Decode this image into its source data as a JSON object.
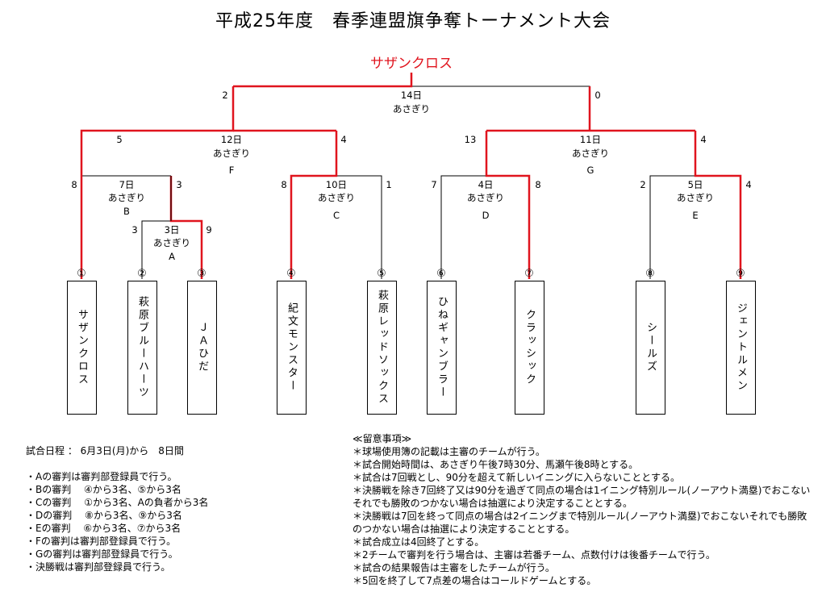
{
  "title": "平成25年度　春季連盟旗争奪トーナメント大会",
  "champion": "サザンクロス",
  "teams": [
    {
      "no": "①",
      "name": "サザンクロス"
    },
    {
      "no": "②",
      "name": "萩原ブルーハーツ"
    },
    {
      "no": "③",
      "name": "ＪＡひだ"
    },
    {
      "no": "④",
      "name": "紀文モンスター"
    },
    {
      "no": "⑤",
      "name": "萩原レッドソックス"
    },
    {
      "no": "⑥",
      "name": "ひねギャンブラー"
    },
    {
      "no": "⑦",
      "name": "クラッシック"
    },
    {
      "no": "⑧",
      "name": "シールズ"
    },
    {
      "no": "⑨",
      "name": "ジェントルメン"
    }
  ],
  "games": {
    "A": {
      "date": "3日",
      "venue": "あさぎり",
      "label": "A",
      "score_left": "3",
      "score_right": "9"
    },
    "B": {
      "date": "7日",
      "venue": "あさぎり",
      "label": "B",
      "score_left": "8",
      "score_right": "3"
    },
    "C": {
      "date": "10日",
      "venue": "あさぎり",
      "label": "C",
      "score_left": "8",
      "score_right": "1"
    },
    "D": {
      "date": "4日",
      "venue": "あさぎり",
      "label": "D",
      "score_left": "7",
      "score_right": "8"
    },
    "E": {
      "date": "5日",
      "venue": "あさぎり",
      "label": "E",
      "score_left": "2",
      "score_right": "4"
    },
    "F": {
      "date": "12日",
      "venue": "あさぎり",
      "label": "F",
      "score_left": "5",
      "score_right": "4"
    },
    "G": {
      "date": "11日",
      "venue": "あさぎり",
      "label": "G",
      "score_left": "13",
      "score_right": "4"
    },
    "final": {
      "date": "14日",
      "venue": "あさぎり",
      "score_left": "2",
      "score_right": "0"
    }
  },
  "schedule": "試合日程 ： 6月3日(月)から　8日間",
  "umpires": [
    "・Aの審判は審判部登録員で行う。",
    "・Bの審判　 ④から3名、⑤から3名",
    "・Cの審判　 ①から3名、Aの負者から3名",
    "・Dの審判　 ⑧から3名、⑨から3名",
    "・Eの審判　 ⑥から3名、⑦から3名",
    "・Fの審判は審判部登録員で行う。",
    "・Gの審判は審判部登録員で行う。",
    "・決勝戦は審判部登録員で行う。"
  ],
  "notes_title": "≪留意事項≫",
  "notes": [
    "＊球場使用簿の記載は主審のチームが行う。",
    "＊試合開始時間は、あさぎり午後7時30分、馬瀬午後8時とする。",
    "＊試合は7回戦とし、90分を超えて新しいイニングに入らないこととする。",
    "＊決勝戦を除き7回終了又は90分を過ぎて同点の場合は1イニング特別ルール(ノーアウト満塁)でおこないそれでも勝敗のつかない場合は抽選により決定することとする。",
    "＊決勝戦は7回を終って同点の場合は2イニングまで特別ルール(ノーアウト満塁)でおこないそれでも勝敗のつかない場合は抽選により決定することとする。",
    "＊試合成立は4回終了とする。",
    "＊2チームで審判を行う場合は、主審は若番チーム、点数付けは後番チームで行う。",
    "＊試合の結果報告は主審をしたチームが行う。",
    "＊5回を終了して7点差の場合はコールドゲームとする。"
  ],
  "colors": {
    "win_line": "#e0141e",
    "line": "#000000"
  }
}
